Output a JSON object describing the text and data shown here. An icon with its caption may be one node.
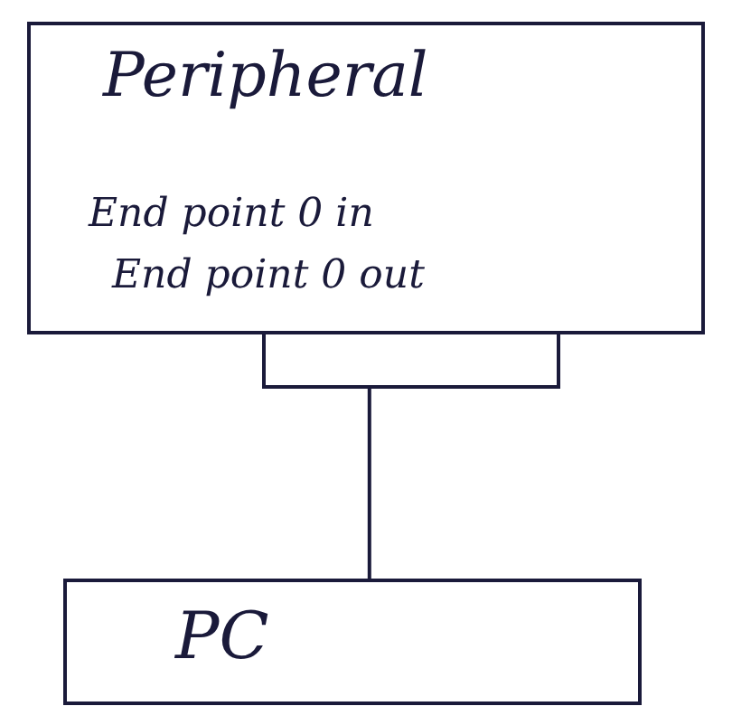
{
  "diagram": {
    "nodes": [
      {
        "text": [
          "Peripheral",
          "End point 0 in",
          "End point 0 out"
        ]
      },
      {
        "text": [],
        "shape": "box"
      },
      {
        "text": [
          "PC"
        ]
      }
    ],
    "edges": [
      {
        "from": 1,
        "to": 2,
        "arrow": "none"
      }
    ]
  }
}
